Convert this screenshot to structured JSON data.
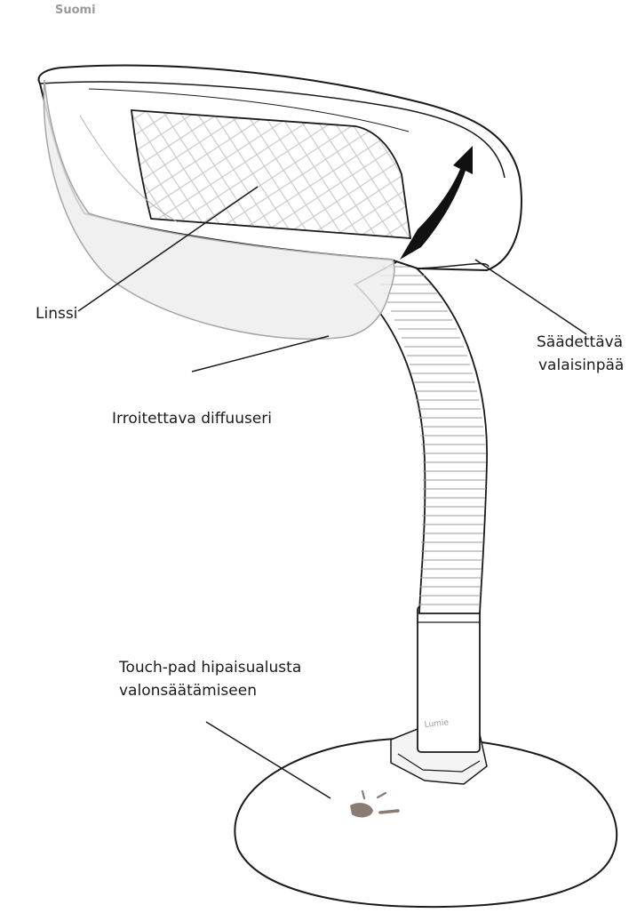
{
  "language_label": "Suomi",
  "callouts": {
    "lens": "Linssi",
    "diffuser": "Irroitettava diffuuseri",
    "head_line1": "Säädettävä",
    "head_line2": "valaisinpää",
    "touchpad_line1": "Touch-pad hipaisualusta",
    "touchpad_line2": "valonsäätämiseen"
  },
  "brand_mark": "Lumie",
  "colors": {
    "outline": "#1a1a1a",
    "diffuser_fill": "#ededed",
    "arrow": "#111111",
    "touch_icon": "#8a7c74",
    "label_text": "#1a1a1a",
    "language_text": "#9a9a9a"
  },
  "icons": [
    "adjust-arrow-icon",
    "touch-light-icon"
  ]
}
